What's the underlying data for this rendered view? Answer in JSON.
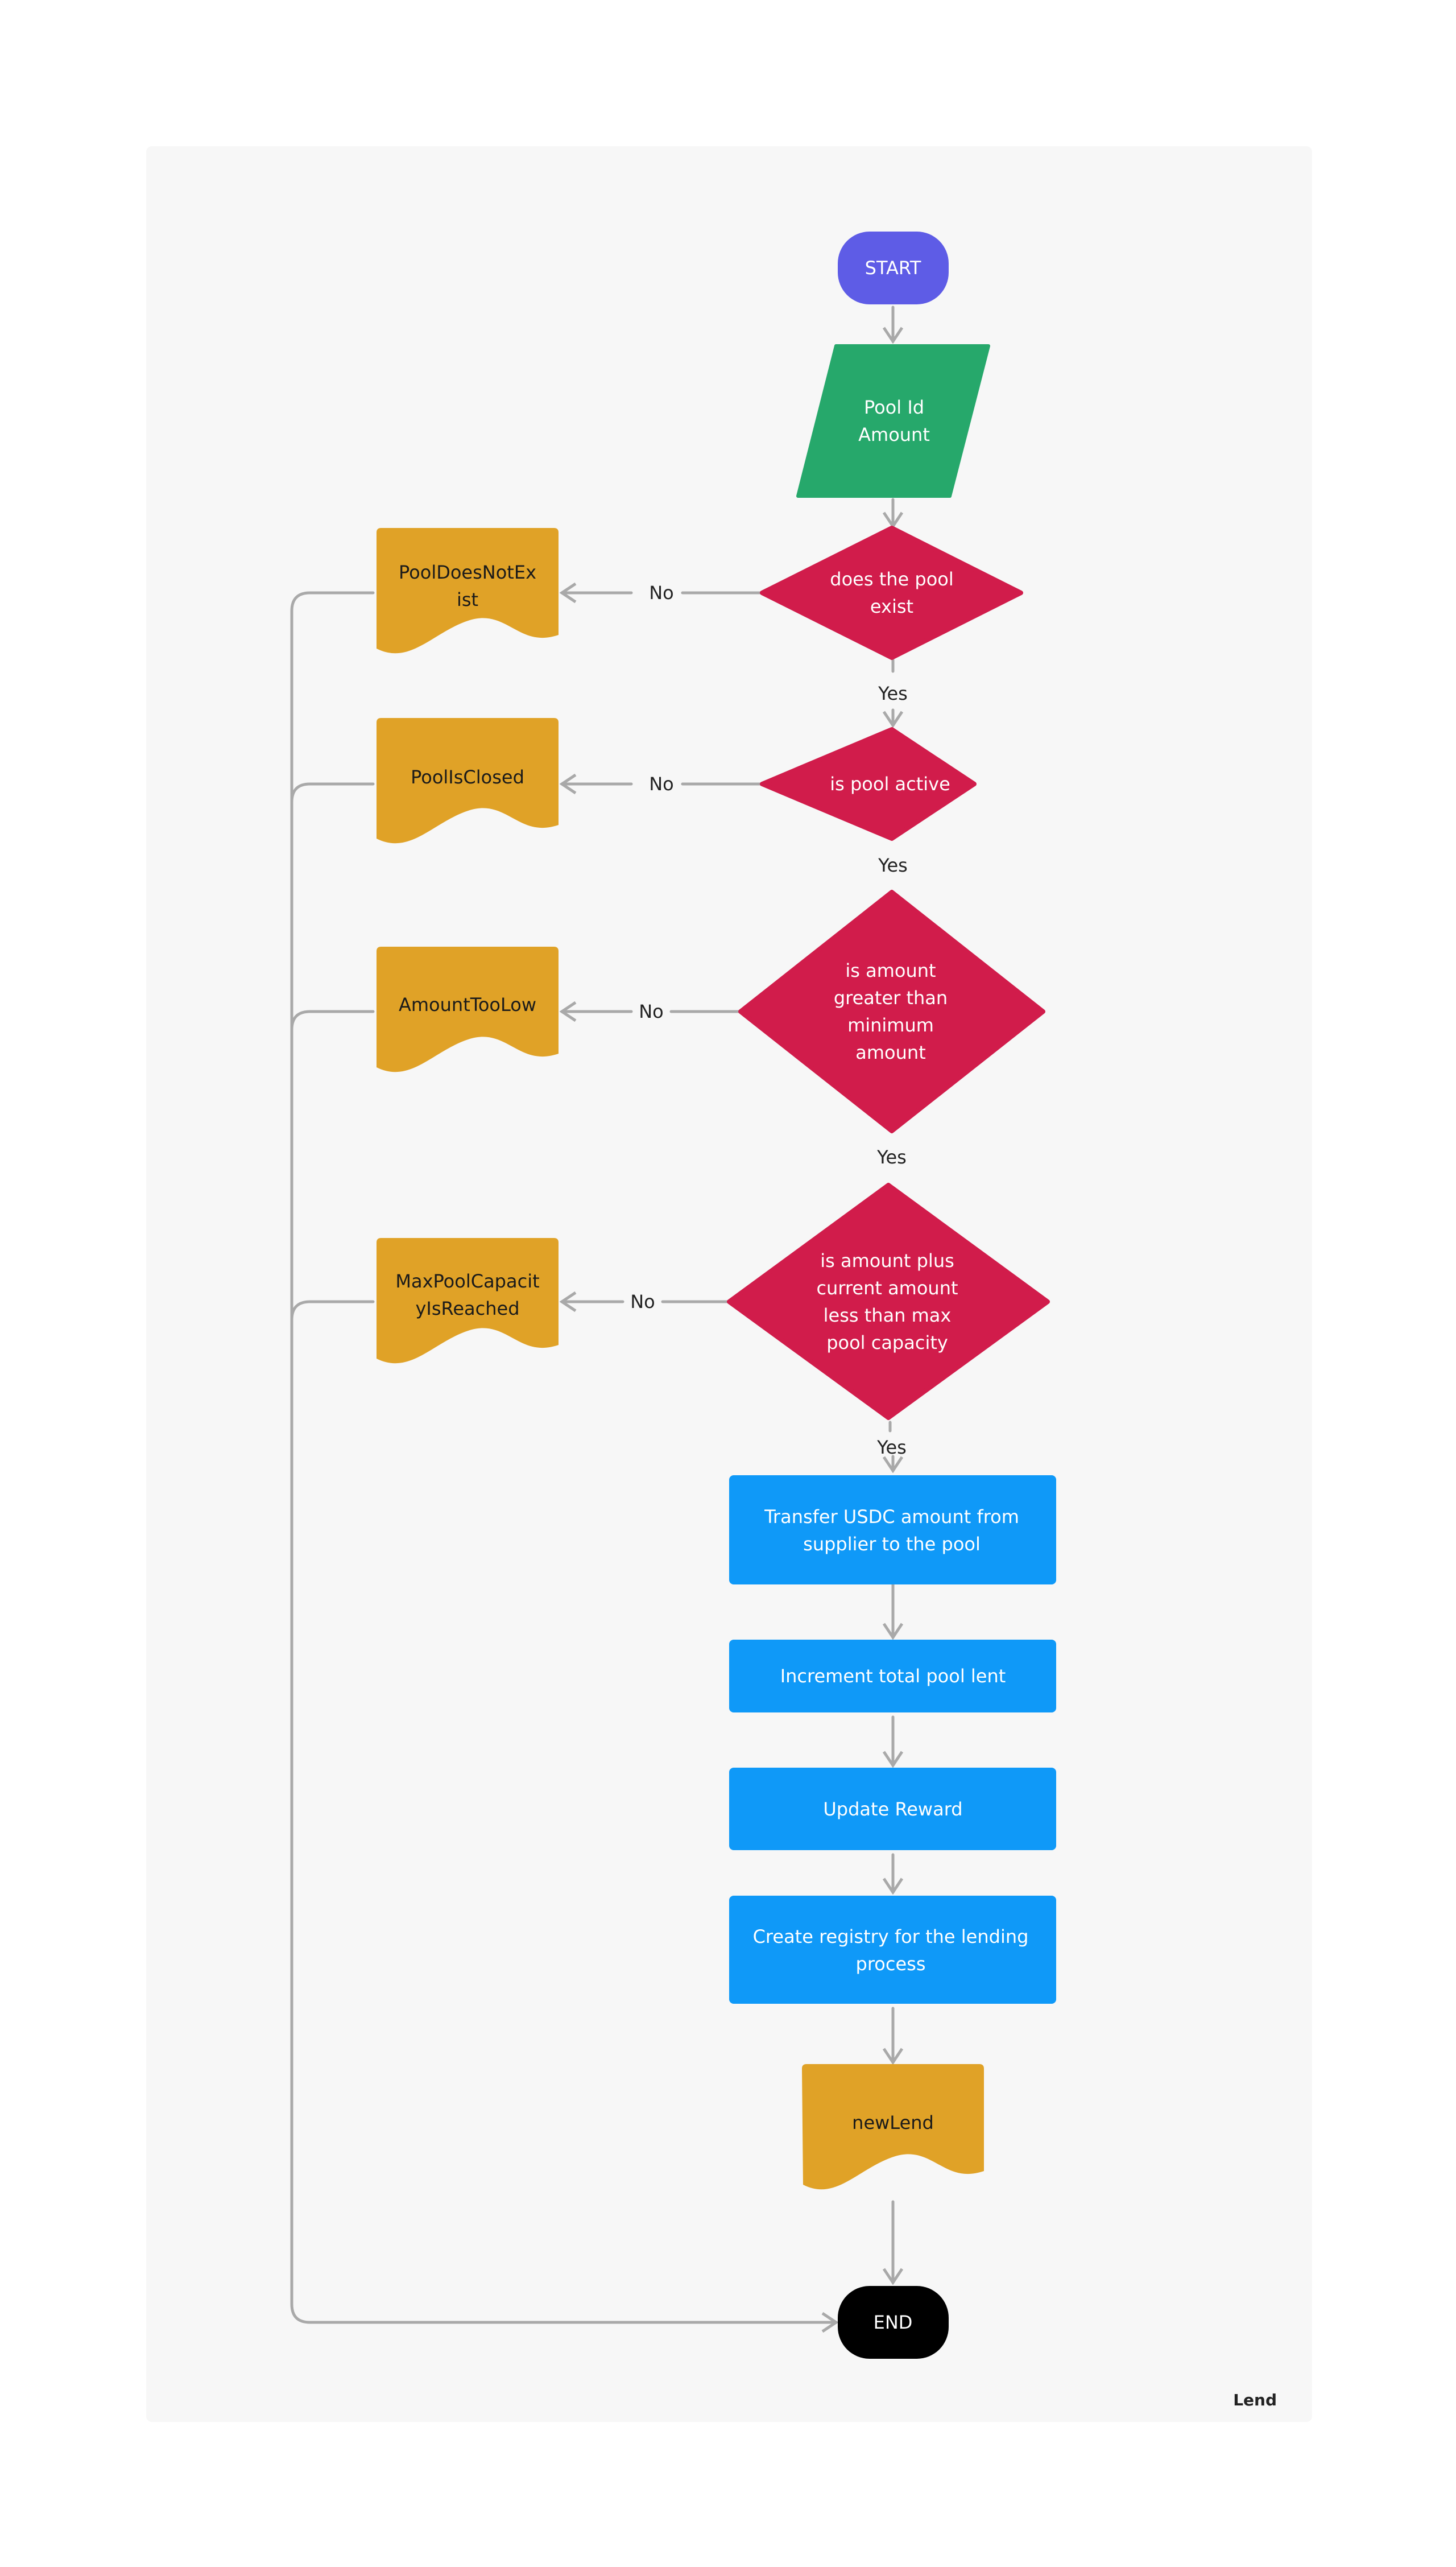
{
  "diagram": {
    "frame_label": "Lend",
    "colors": {
      "start": "#5e5ce6",
      "input": "#26a86b",
      "decision": "#d11c4b",
      "process": "#0f99f8",
      "document": "#e0a227",
      "end": "#000000",
      "connector": "#a9a9a9",
      "background": "#f7f7f7"
    },
    "nodes": {
      "start": {
        "lines": [
          "START"
        ]
      },
      "input": {
        "lines": [
          "Pool Id",
          "Amount"
        ]
      },
      "pool_exists": {
        "lines": [
          "does the pool",
          "exist"
        ]
      },
      "pool_active": {
        "lines": [
          "is pool active"
        ]
      },
      "amount_min": {
        "lines": [
          "is amount",
          "greater than",
          "minimum",
          "amount"
        ]
      },
      "amount_capacity": {
        "lines": [
          "is amount plus",
          "current amount",
          "less than max",
          "pool capacity"
        ]
      },
      "transfer": {
        "lines": [
          "Transfer USDC amount from",
          "supplier to the pool"
        ]
      },
      "increment": {
        "lines": [
          "Increment total pool lent"
        ]
      },
      "update_reward": {
        "lines": [
          "Update Reward"
        ]
      },
      "create_registry": {
        "lines": [
          "Create registry for the lending",
          "process"
        ]
      },
      "new_lend": {
        "lines": [
          "newLend"
        ]
      },
      "end": {
        "lines": [
          "END"
        ]
      },
      "err_not_exist": {
        "lines": [
          "PoolDoesNotEx",
          "ist"
        ]
      },
      "err_closed": {
        "lines": [
          "PoolIsClosed"
        ]
      },
      "err_too_low": {
        "lines": [
          "AmountTooLow"
        ]
      },
      "err_capacity": {
        "lines": [
          "MaxPoolCapacit",
          "yIsReached"
        ]
      }
    },
    "edge_labels": {
      "yes": "Yes",
      "no": "No"
    }
  }
}
